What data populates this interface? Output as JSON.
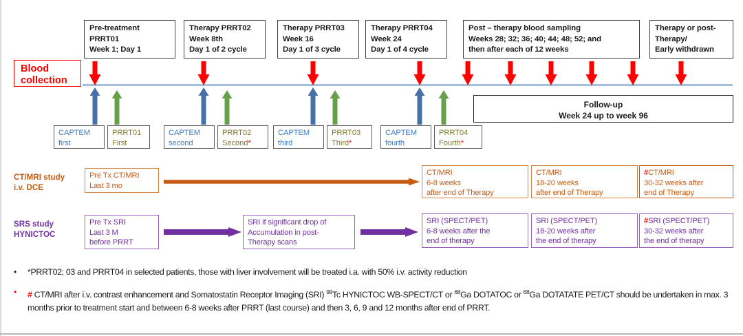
{
  "title": "PRRT / CAPTEM clinical study schedule diagram",
  "blood_collection": {
    "label": "Blood\ncollection"
  },
  "schedule_boxes": [
    {
      "name": "pre-treatment",
      "lines": [
        "Pre-treatment",
        "PRRT01",
        "Week 1; Day 1"
      ]
    },
    {
      "name": "therapy-prrt02",
      "lines": [
        "Therapy PRRT02",
        "Week 8th",
        "Day 1 of 2 cycle"
      ]
    },
    {
      "name": "therapy-prrt03",
      "lines": [
        "Therapy PRRT03",
        "Week 16",
        "Day 1 of 3 cycle"
      ]
    },
    {
      "name": "therapy-prrt04",
      "lines": [
        "Therapy PRRT04",
        "Week 24",
        "Day 1 of 4 cycle"
      ]
    },
    {
      "name": "post-therapy-sampling",
      "lines": [
        "Post – therapy blood sampling",
        "Weeks 28; 32; 36; 40; 44; 48; 52; and",
        "then after each of 12 weeks"
      ]
    },
    {
      "name": "therapy-or-post-therapy",
      "lines": [
        "Therapy or post-",
        "Therapy/",
        "Early withdrawn"
      ]
    }
  ],
  "cycle_boxes": [
    {
      "name": "captem-first",
      "type": "captem",
      "lines": [
        "CAPTEM",
        "first"
      ],
      "star": false
    },
    {
      "name": "prrt01-first",
      "type": "prrt",
      "lines": [
        "PRRT01",
        "First"
      ],
      "star": false
    },
    {
      "name": "captem-second",
      "type": "captem",
      "lines": [
        "CAPTEM",
        "second"
      ],
      "star": false
    },
    {
      "name": "prrt02-second",
      "type": "prrt",
      "lines": [
        "PRRT02",
        "Second"
      ],
      "star": true
    },
    {
      "name": "captem-third",
      "type": "captem",
      "lines": [
        "CAPTEM",
        "third"
      ],
      "star": false
    },
    {
      "name": "prrt03-third",
      "type": "prrt",
      "lines": [
        "PRRT03",
        "Third"
      ],
      "star": true
    },
    {
      "name": "captem-fourth",
      "type": "captem",
      "lines": [
        "CAPTEM",
        "fourth"
      ],
      "star": false
    },
    {
      "name": "prrt04-fourth",
      "type": "prrt",
      "lines": [
        "PRRT04",
        "Fourth"
      ],
      "star": true
    }
  ],
  "follow_up": {
    "line1": "Follow-up",
    "line2": "Week 24 up to week 96"
  },
  "ct_row": {
    "label_line1": "CT/MRI study",
    "label_line2": "i.v. DCE",
    "pre_box": [
      "Pre Tx CT/MRI",
      "Last 3 mo"
    ],
    "boxes": [
      {
        "name": "ct-mri-6-8-weeks",
        "lines": [
          "CT/MRI",
          "6-8 weeks",
          "after end of Therapy"
        ],
        "hash": false
      },
      {
        "name": "ct-mri-18-20-weeks",
        "lines": [
          "CT/MRI",
          "18-20 weeks",
          "after end of Therapy"
        ],
        "hash": false
      },
      {
        "name": "ct-mri-30-32-weeks",
        "lines": [
          "CT/MRI",
          "30-32 weeks after",
          "end of Therapy"
        ],
        "hash": true
      }
    ]
  },
  "srs_row": {
    "label_line1": "SRS study",
    "label_line2": "HYNICTOC",
    "pre_box": [
      "Pre Tx SRI",
      "Last 3 M",
      "before PRRT"
    ],
    "mid_box": [
      "SRI if significant drop of",
      "Accumulation in post-",
      "Therapy scans"
    ],
    "boxes": [
      {
        "name": "sri-6-8-weeks",
        "lines": [
          "SRI (SPECT/PET)",
          " 6-8 weeks after the",
          "end of therapy"
        ],
        "hash": false
      },
      {
        "name": "sri-18-20-weeks",
        "lines": [
          "SRI (SPECT/PET)",
          "18-20 weeks after",
          "the end of therapy"
        ],
        "hash": false
      },
      {
        "name": "sri-30-32-weeks",
        "lines": [
          "SRI (SPECT/PET)",
          "30-32 weeks  after",
          "the end of therapy"
        ],
        "hash": true
      }
    ]
  },
  "footnotes": [
    {
      "name": "footnote-asterisk",
      "marker": "•",
      "marker_red": false,
      "text": "*PRRT02; 03 and PRRT04 in selected patients, those with liver involvement will be treated i.a. with 50% i.v. activity reduction"
    },
    {
      "name": "footnote-hash",
      "marker": "•",
      "marker_red": true,
      "text_parts": [
        {
          "t": "# ",
          "red": true
        },
        {
          "t": "CT/MRI after i.v. contrast enhancement and Somatostatin Receptor Imaging (SRI) ",
          "red": false
        },
        {
          "t": "99",
          "sup": true
        },
        {
          "t": "Tc HYNICTOC WB-SPECT/CT or ",
          "red": false
        },
        {
          "t": "68",
          "sup": true
        },
        {
          "t": "Ga DOTATOC or ",
          "red": false
        },
        {
          "t": "68",
          "sup": true
        },
        {
          "t": "Ga DOTATATE PET/CT should be undertaken in max. 3 months prior to treatment start and between 6-8 weeks after PRRT (last course) and then 3, 6, 9 and 12 months after end of PRRT.",
          "red": false
        }
      ]
    }
  ],
  "colors": {
    "blood_red": "#ff0000",
    "timeline_blue": "#a6bde0",
    "arrow_blue": "#4472a8",
    "arrow_green": "#66a14a",
    "captem_text": "#3d7cc9",
    "prrt_text": "#7d7a2b",
    "ct_orange": "#c55a11",
    "srs_purple": "#7030a0"
  },
  "arrow_rows": {
    "red_down_x": [
      138,
      296,
      455,
      610,
      680,
      742,
      801,
      860,
      920,
      990
    ],
    "blue_up_x": [
      138,
      296,
      455,
      610
    ],
    "green_up_x": [
      170,
      330,
      487,
      645
    ]
  }
}
